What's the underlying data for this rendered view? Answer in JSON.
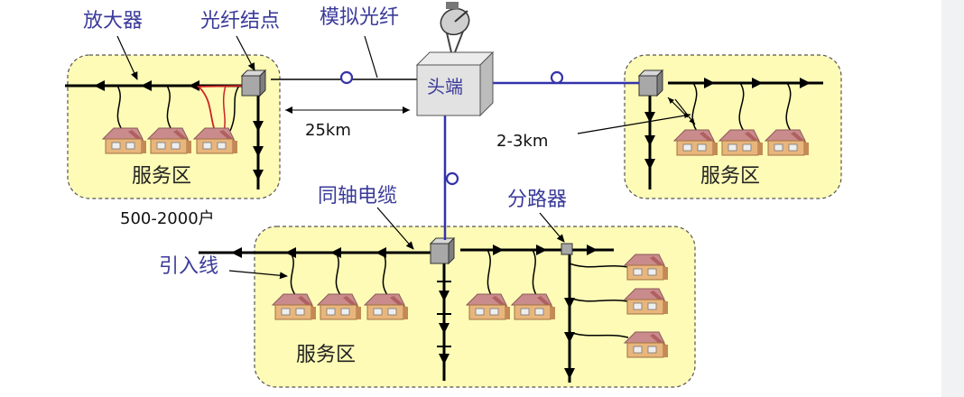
{
  "labels": {
    "amplifier": "放大器",
    "fiber_node": "光纤结点",
    "analog_fiber": "模拟光纤",
    "headend": "头端",
    "distance_25km": "25km",
    "distance_2_3km": "2-3km",
    "households": "500-2000户",
    "coax": "同轴电缆",
    "splitter": "分路器",
    "drop_line": "引入线"
  },
  "service_areas": {
    "left": "服务区",
    "right": "服务区",
    "bottom": "服务区"
  },
  "colors": {
    "zone_fill": "#fdfbb6",
    "fiber_blue": "#3333aa",
    "label_blue": "#3a3a9a",
    "drop_red": "#cc2222",
    "house_wall": "#e8b67c",
    "house_roof": "#c98b8b"
  }
}
